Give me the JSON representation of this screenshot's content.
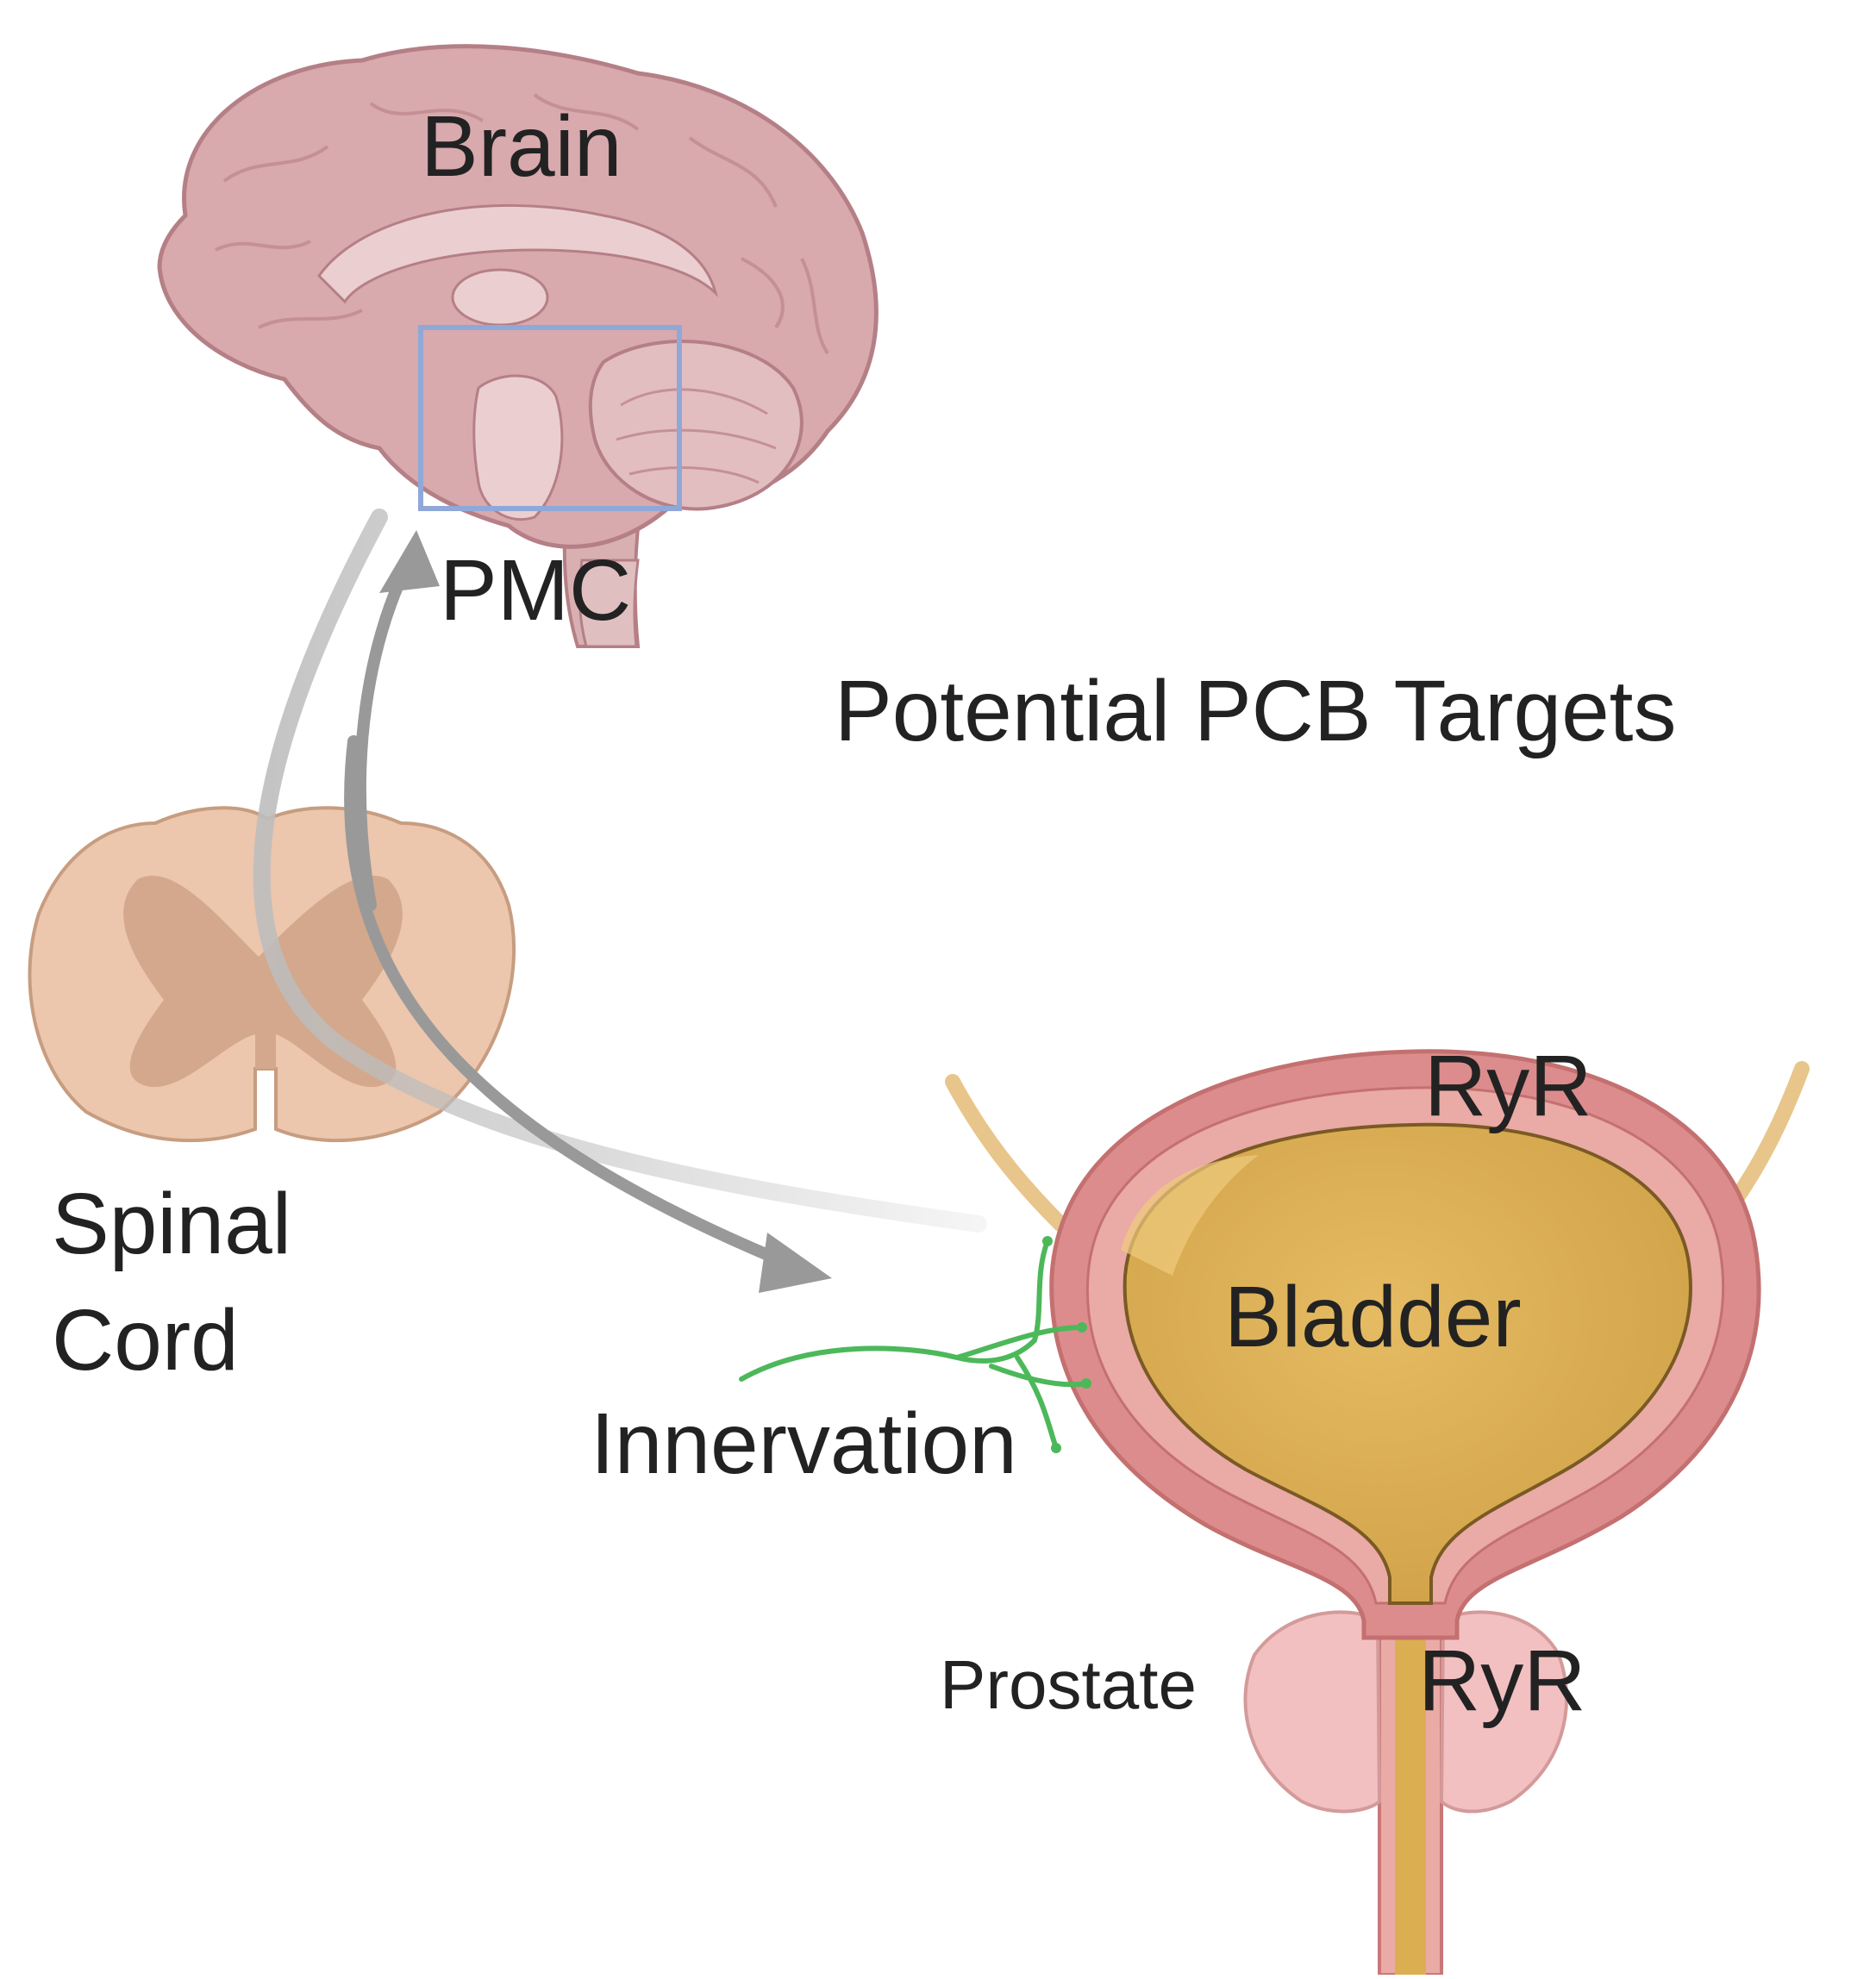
{
  "labels": {
    "brain": "Brain",
    "pmc": "PMC",
    "title": "Potential PCB Targets",
    "spinal_line1": "Spinal",
    "spinal_line2": "Cord",
    "bladder": "Bladder",
    "ryr_top": "RyR",
    "ryr_bottom": "RyR",
    "innervation": "Innervation",
    "prostate": "Prostate"
  },
  "colors": {
    "brain": "#d8a9ad",
    "brain_light": "#e8c7c9",
    "brain_stroke": "#b57f86",
    "pmc_box": "#8fa8d8",
    "spinal_outer": "#ecc6ad",
    "spinal_inner": "#d4a88c",
    "bladder_wall": "#dc8c8c",
    "bladder_inner_wall": "#eaaaa6",
    "bladder_lumen": "#dcae52",
    "ureter": "#e8c58a",
    "prostate": "#f2c0c0",
    "nerve": "#4cb85a",
    "arrow": "#999999"
  }
}
